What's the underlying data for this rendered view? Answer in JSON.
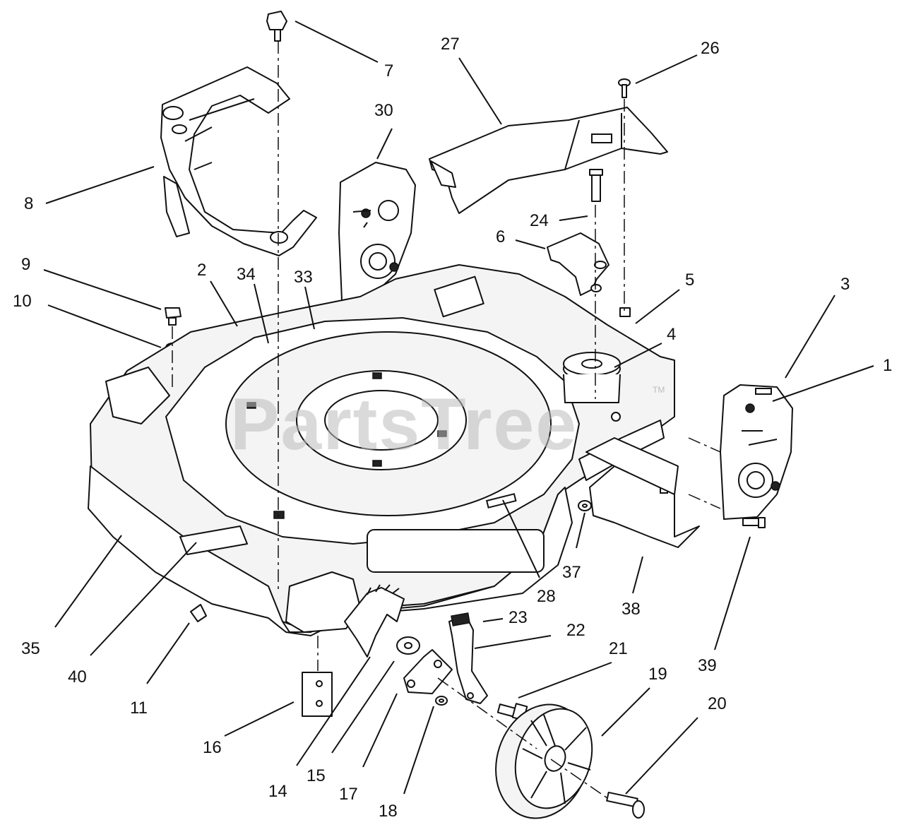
{
  "watermark": {
    "text": "PartsTree",
    "mark": "TM"
  },
  "callouts": [
    {
      "id": "p1",
      "label": "1"
    },
    {
      "id": "p2",
      "label": "2"
    },
    {
      "id": "p3",
      "label": "3"
    },
    {
      "id": "p4",
      "label": "4"
    },
    {
      "id": "p5",
      "label": "5"
    },
    {
      "id": "p6",
      "label": "6"
    },
    {
      "id": "p7",
      "label": "7"
    },
    {
      "id": "p8",
      "label": "8"
    },
    {
      "id": "p9",
      "label": "9"
    },
    {
      "id": "p10",
      "label": "10"
    },
    {
      "id": "p11",
      "label": "11"
    },
    {
      "id": "p14",
      "label": "14"
    },
    {
      "id": "p15",
      "label": "15"
    },
    {
      "id": "p16",
      "label": "16"
    },
    {
      "id": "p17",
      "label": "17"
    },
    {
      "id": "p18",
      "label": "18"
    },
    {
      "id": "p19",
      "label": "19"
    },
    {
      "id": "p20",
      "label": "20"
    },
    {
      "id": "p21",
      "label": "21"
    },
    {
      "id": "p22",
      "label": "22"
    },
    {
      "id": "p23",
      "label": "23"
    },
    {
      "id": "p24",
      "label": "24"
    },
    {
      "id": "p26",
      "label": "26"
    },
    {
      "id": "p27",
      "label": "27"
    },
    {
      "id": "p28",
      "label": "28"
    },
    {
      "id": "p30",
      "label": "30"
    },
    {
      "id": "p33",
      "label": "33"
    },
    {
      "id": "p34",
      "label": "34"
    },
    {
      "id": "p35",
      "label": "35"
    },
    {
      "id": "p37",
      "label": "37"
    },
    {
      "id": "p38",
      "label": "38"
    },
    {
      "id": "p39",
      "label": "39"
    },
    {
      "id": "p40",
      "label": "40"
    }
  ]
}
